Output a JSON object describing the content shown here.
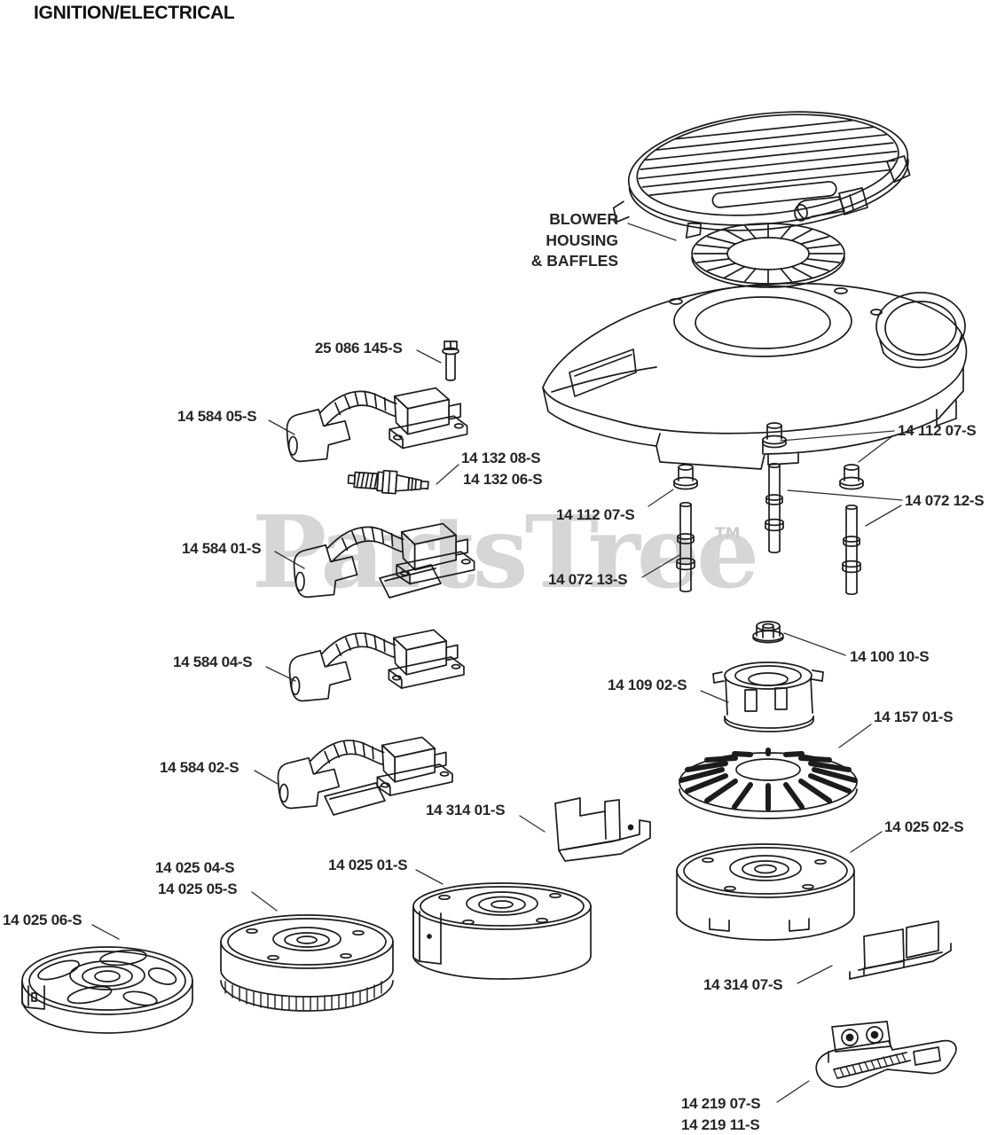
{
  "title": "IGNITION/ELECTRICAL",
  "watermark": {
    "text": "PartsTree",
    "tm": "TM"
  },
  "blower_callout": {
    "line1": "BLOWER",
    "line2": "HOUSING",
    "line3": "& BAFFLES"
  },
  "labels": {
    "p25_086_145": "25 086 145-S",
    "p14_584_05": "14 584 05-S",
    "p14_132_08": "14 132 08-S",
    "p14_132_06": "14 132 06-S",
    "p14_584_01": "14 584 01-S",
    "p14_112_07": "14 112 07-S",
    "p14_072_12": "14 072 12-S",
    "p14_072_13": "14 072 13-S",
    "p14_100_10": "14 100 10-S",
    "p14_109_02": "14 109 02-S",
    "p14_157_01": "14 157 01-S",
    "p14_584_04": "14 584 04-S",
    "p14_584_02": "14 584 02-S",
    "p14_314_01": "14 314 01-S",
    "p14_025_02": "14 025 02-S",
    "p14_025_04": "14 025 04-S",
    "p14_025_05": "14 025 05-S",
    "p14_025_01": "14 025 01-S",
    "p14_025_06": "14 025 06-S",
    "p14_314_07": "14 314 07-S",
    "p14_219_07": "14 219 07-S",
    "p14_219_11": "14 219 11-S"
  },
  "colors": {
    "line": "#1c1c1c",
    "label": "#262626",
    "watermark": "#d6d6d6"
  }
}
